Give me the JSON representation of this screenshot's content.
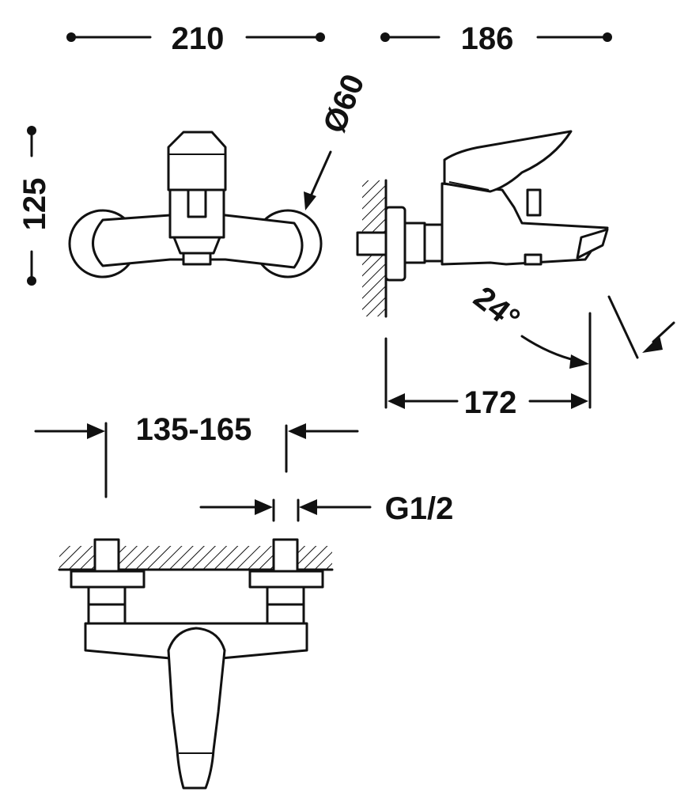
{
  "dimensions": {
    "width_front": "210",
    "depth_side": "186",
    "height": "125",
    "rosette_diameter": "Ø60",
    "spout_reach": "172",
    "spout_angle": "24°",
    "centers": "135-165",
    "connection_thread": "G1/2"
  },
  "colors": {
    "ink": "#111111",
    "paper": "#ffffff"
  }
}
